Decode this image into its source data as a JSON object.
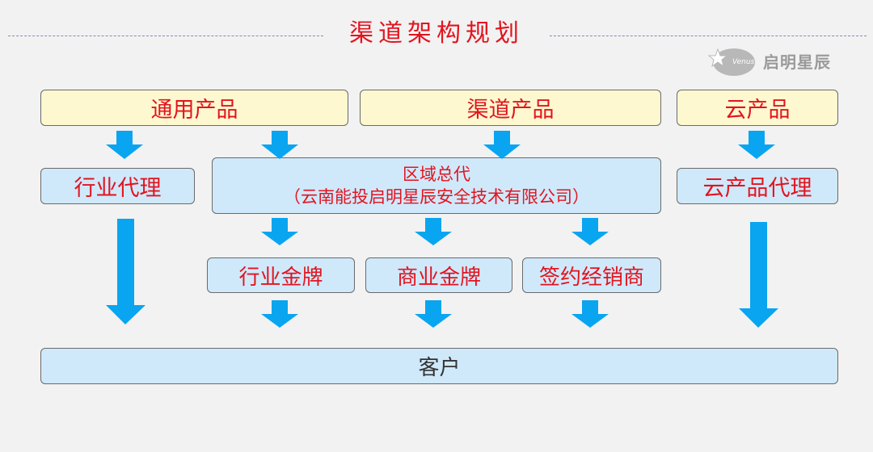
{
  "header": {
    "title": "渠道架构规划",
    "logo_text": "启明星辰",
    "logo_mark_text": "Venus"
  },
  "products": {
    "general": "通用产品",
    "channel": "渠道产品",
    "cloud": "云产品"
  },
  "agents": {
    "industry_agent": "行业代理",
    "region_title": "区域总代",
    "region_subtitle": "（云南能投启明星辰安全技术有限公司）",
    "cloud_agent": "云产品代理"
  },
  "partners": {
    "industry_gold": "行业金牌",
    "business_gold": "商业金牌",
    "contract_dealer": "签约经销商"
  },
  "customer": "客户",
  "colors": {
    "accent_red": "#e3131e",
    "arrow_blue": "#0aa5f0",
    "product_fill": "#fdf8cf",
    "node_fill": "#cfe9fb"
  }
}
